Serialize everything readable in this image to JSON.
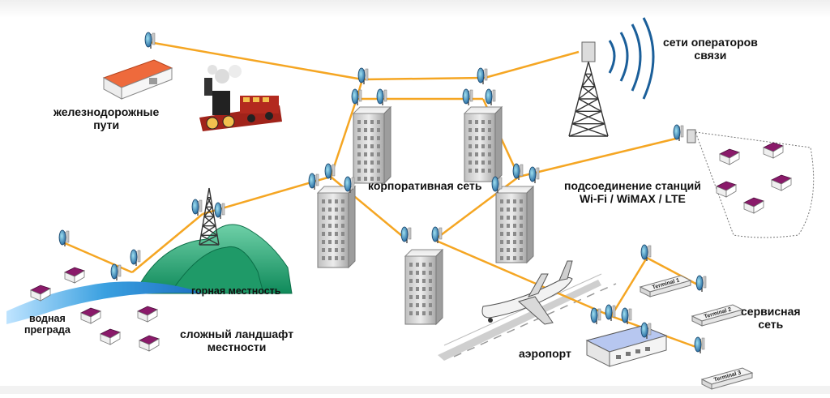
{
  "labels": {
    "railways": [
      "железнодорожные",
      "пути"
    ],
    "operators": [
      "сети операторов",
      "связи"
    ],
    "corporate": "корпоративная сеть",
    "wifi": [
      "подсоединение станций",
      "Wi-Fi / WiMAX / LTE"
    ],
    "mountain": "горная местность",
    "water": [
      "водная",
      "преграда"
    ],
    "terrain": [
      "сложный ландшафт",
      "местности"
    ],
    "airport": "аэропорт",
    "service": [
      "сервисная",
      "сеть"
    ],
    "terminals": [
      "Terminal 1",
      "Terminal 2",
      "Terminal 3"
    ]
  },
  "colors": {
    "link": "#f5a623",
    "roof_red": "#e8582a",
    "roof_purple": "#8a1a6a",
    "mountain": "#2a9d6e",
    "river": "#3aa0e0",
    "antenna": "#1f6fb0",
    "building": "#d8d8d8"
  }
}
